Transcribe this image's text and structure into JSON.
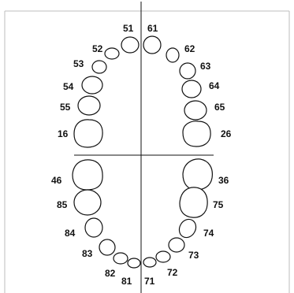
{
  "diagram": {
    "teeth_upper_left": [
      "51",
      "52",
      "53",
      "54",
      "55",
      "16"
    ],
    "teeth_upper_right": [
      "61",
      "62",
      "63",
      "64",
      "65",
      "26"
    ],
    "teeth_lower_left": [
      "46",
      "85",
      "84",
      "83",
      "82",
      "81"
    ],
    "teeth_lower_right": [
      "36",
      "75",
      "74",
      "73",
      "72",
      "71"
    ]
  }
}
